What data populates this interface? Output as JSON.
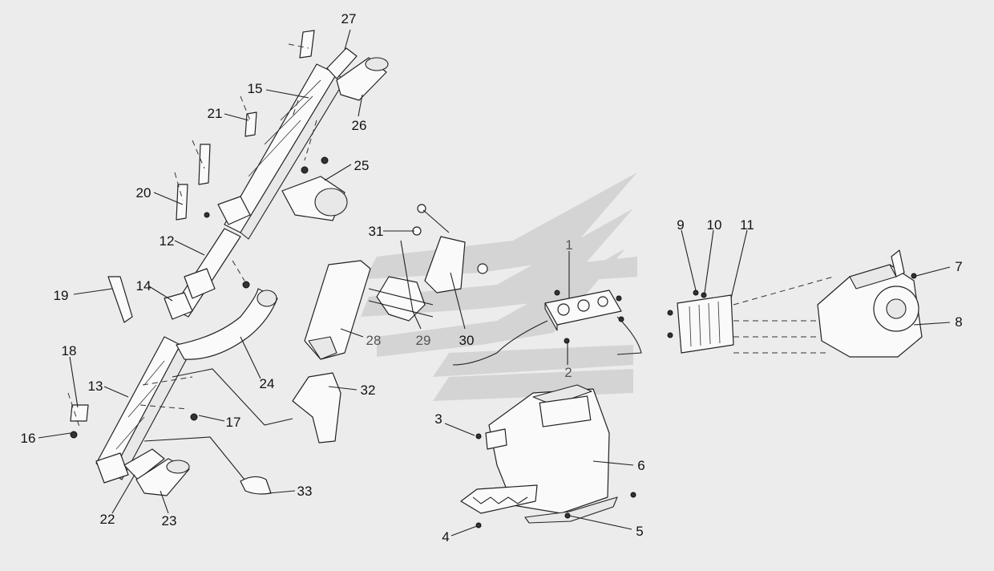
{
  "diagram": {
    "callouts": [
      {
        "id": "1",
        "text": "1"
      },
      {
        "id": "2",
        "text": "2"
      },
      {
        "id": "3",
        "text": "3"
      },
      {
        "id": "4",
        "text": "4"
      },
      {
        "id": "5",
        "text": "5"
      },
      {
        "id": "6",
        "text": "6"
      },
      {
        "id": "7",
        "text": "7"
      },
      {
        "id": "8",
        "text": "8"
      },
      {
        "id": "9",
        "text": "9"
      },
      {
        "id": "10",
        "text": "10"
      },
      {
        "id": "11",
        "text": "11"
      },
      {
        "id": "12",
        "text": "12"
      },
      {
        "id": "13",
        "text": "13"
      },
      {
        "id": "14",
        "text": "14"
      },
      {
        "id": "15",
        "text": "15"
      },
      {
        "id": "16",
        "text": "16"
      },
      {
        "id": "17",
        "text": "17"
      },
      {
        "id": "18",
        "text": "18"
      },
      {
        "id": "19",
        "text": "19"
      },
      {
        "id": "20",
        "text": "20"
      },
      {
        "id": "21",
        "text": "21"
      },
      {
        "id": "22",
        "text": "22"
      },
      {
        "id": "23",
        "text": "23"
      },
      {
        "id": "24",
        "text": "24"
      },
      {
        "id": "25",
        "text": "25"
      },
      {
        "id": "26",
        "text": "26"
      },
      {
        "id": "27",
        "text": "27"
      },
      {
        "id": "28",
        "text": "28"
      },
      {
        "id": "29",
        "text": "29"
      },
      {
        "id": "30",
        "text": "30"
      },
      {
        "id": "31",
        "text": "31"
      },
      {
        "id": "32",
        "text": "32"
      },
      {
        "id": "33",
        "text": "33"
      }
    ],
    "colors": {
      "background": "#ececec",
      "line": "#222222",
      "watermark": "#d4d4d4"
    }
  }
}
